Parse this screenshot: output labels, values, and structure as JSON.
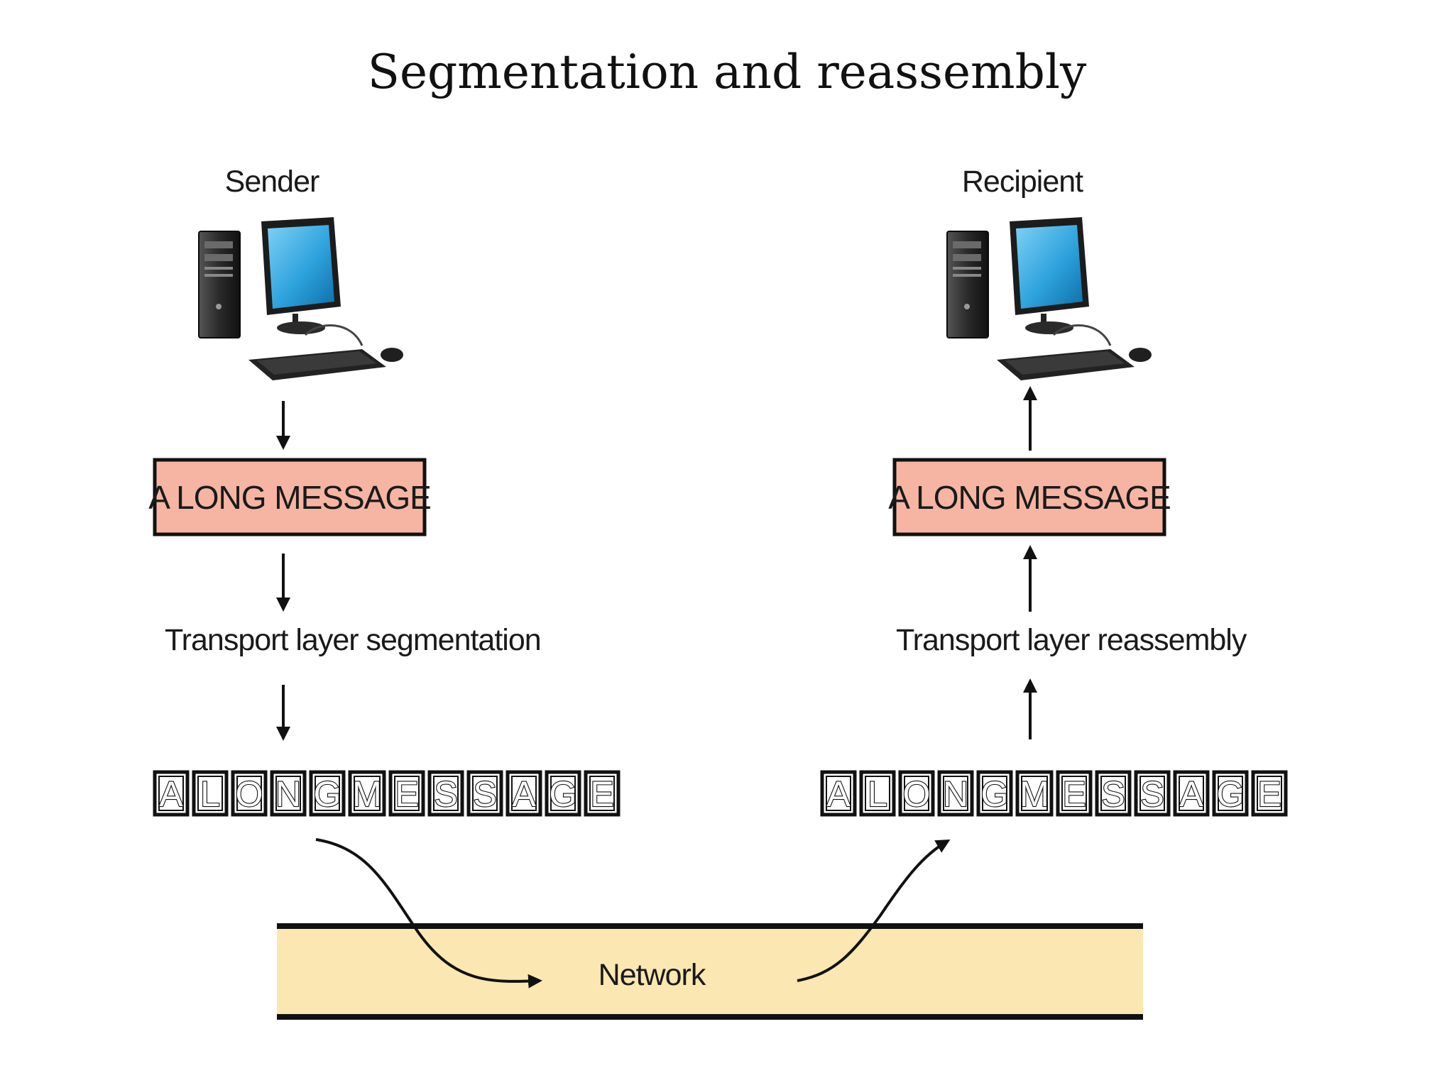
{
  "title": "Segmentation and reassembly",
  "colors": {
    "message_box_fill": "#f5b5a2",
    "network_band_fill": "#fbe7b1",
    "line": "#111111",
    "screen": "#2ea3dd"
  },
  "sender": {
    "label": "Sender",
    "icon": "desktop-computer-icon",
    "message": "A LONG MESSAGE",
    "process_label": "Transport layer segmentation",
    "segments": [
      "A",
      "L",
      "O",
      "N",
      "G",
      "M",
      "E",
      "S",
      "S",
      "A",
      "G",
      "E"
    ]
  },
  "recipient": {
    "label": "Recipient",
    "icon": "desktop-computer-icon",
    "message": "A LONG MESSAGE",
    "process_label": "Transport layer reassembly",
    "segments": [
      "A",
      "L",
      "O",
      "N",
      "G",
      "M",
      "E",
      "S",
      "S",
      "A",
      "G",
      "E"
    ]
  },
  "network": {
    "label": "Network"
  }
}
